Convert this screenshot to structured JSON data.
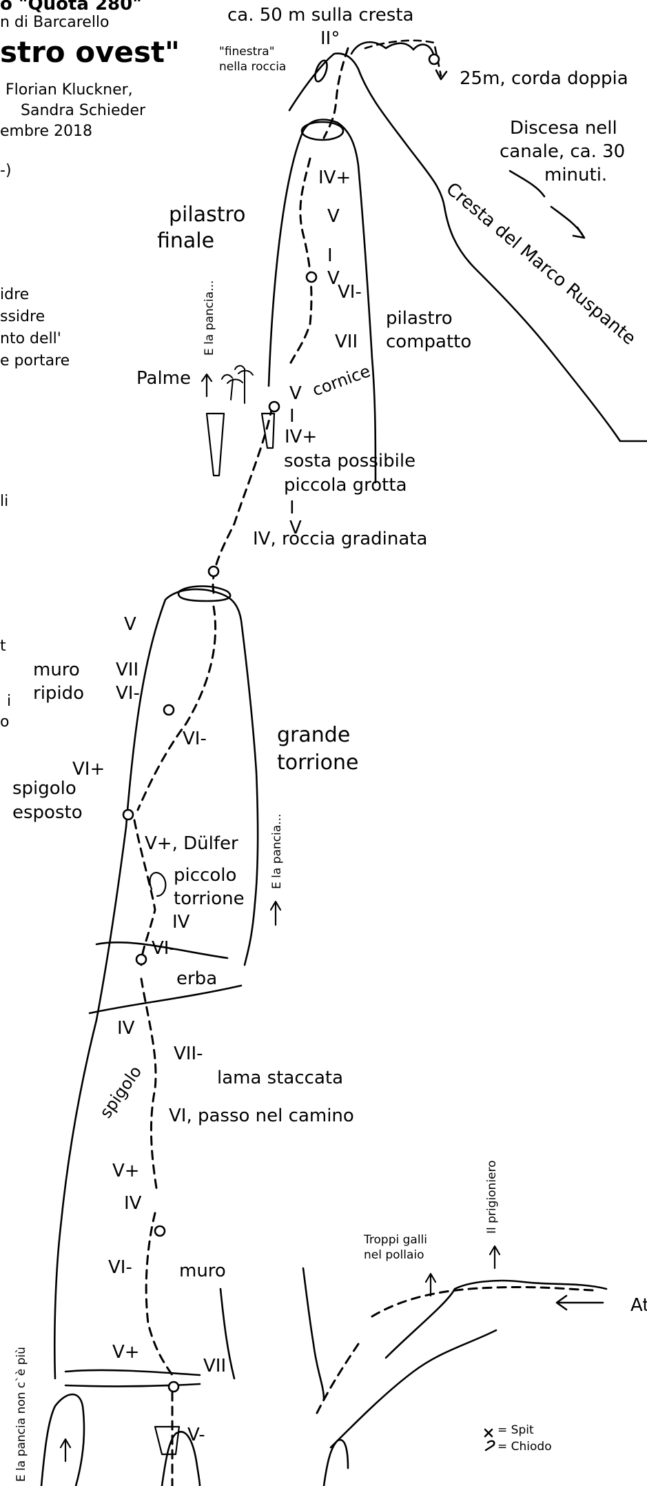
{
  "header": {
    "title_top": "o \"Quota 280\"",
    "location": "n di Barcarello",
    "route_name": "stro ovest\"",
    "author_1": "Florian Kluckner,",
    "author_2": "Sandra Schieder",
    "date": "embre 2018",
    "grade_hint": "-)"
  },
  "left_notes": {
    "line1": "idre",
    "line2": "ssidre",
    "line3": "nto dell'",
    "line4": "e portare",
    "frag1": "li",
    "frag2": "t",
    "frag3": "i",
    "frag4": "o"
  },
  "top": {
    "ridge": "ca. 50 m sulla cresta",
    "window_1": "\"finestra\"",
    "window_2": "nella roccia",
    "grade_ii": "II°",
    "rappel": "25m, corda doppia",
    "descent_1": "Discesa nell",
    "descent_2": "canale, ca. 30",
    "descent_3": "minuti.",
    "ridge_name": "Cresta del Marco Ruspante"
  },
  "upper_pillar": {
    "name_1": "pilastro",
    "name_2": "finale",
    "g1": "IV+",
    "g2": "V",
    "g3": "I",
    "g4": "V",
    "g5": "VI-",
    "g6": "VII",
    "compact_1": "pilastro",
    "compact_2": "compatto",
    "cornice": "cornice",
    "palme": "Palme",
    "pancia": "E la pancia...",
    "g7": "V",
    "g8": "I",
    "g9": "IV+",
    "belay_1": "sosta possibile",
    "belay_2": "piccola grotta",
    "g10": "I",
    "g11": "V",
    "g12": "IV, roccia gradinata"
  },
  "big_tower": {
    "g1": "V",
    "g2": "VII",
    "g3": "VI-",
    "wall_1": "muro",
    "wall_2": "ripido",
    "g4": "VI-",
    "name_1": "grande",
    "name_2": "torrione",
    "g5": "VI+",
    "edge_1": "spigolo",
    "edge_2": "esposto",
    "g6": "V+, Dülfer",
    "small_1": "piccolo",
    "small_2": "torrione",
    "g7": "IV",
    "pancia": "E la pancia...",
    "g8": "VI-",
    "grass": "erba"
  },
  "lower": {
    "g1": "IV",
    "spigolo": "spigolo",
    "g2": "VII-",
    "flake": "lama staccata",
    "chimney": "VI, passo nel camino",
    "g3": "V+",
    "g4": "IV",
    "g5": "VI-",
    "wall": "muro",
    "g6": "V+",
    "g7": "VII",
    "g8": "V-",
    "pancia": "E la pancia non c`è più",
    "troppi_1": "Troppi galli",
    "troppi_2": "nel pollaio",
    "prigioniero": "Il prigioniero",
    "approach": "At"
  },
  "legend": {
    "spit": "= Spit",
    "chiodo": "= Chiodo"
  }
}
